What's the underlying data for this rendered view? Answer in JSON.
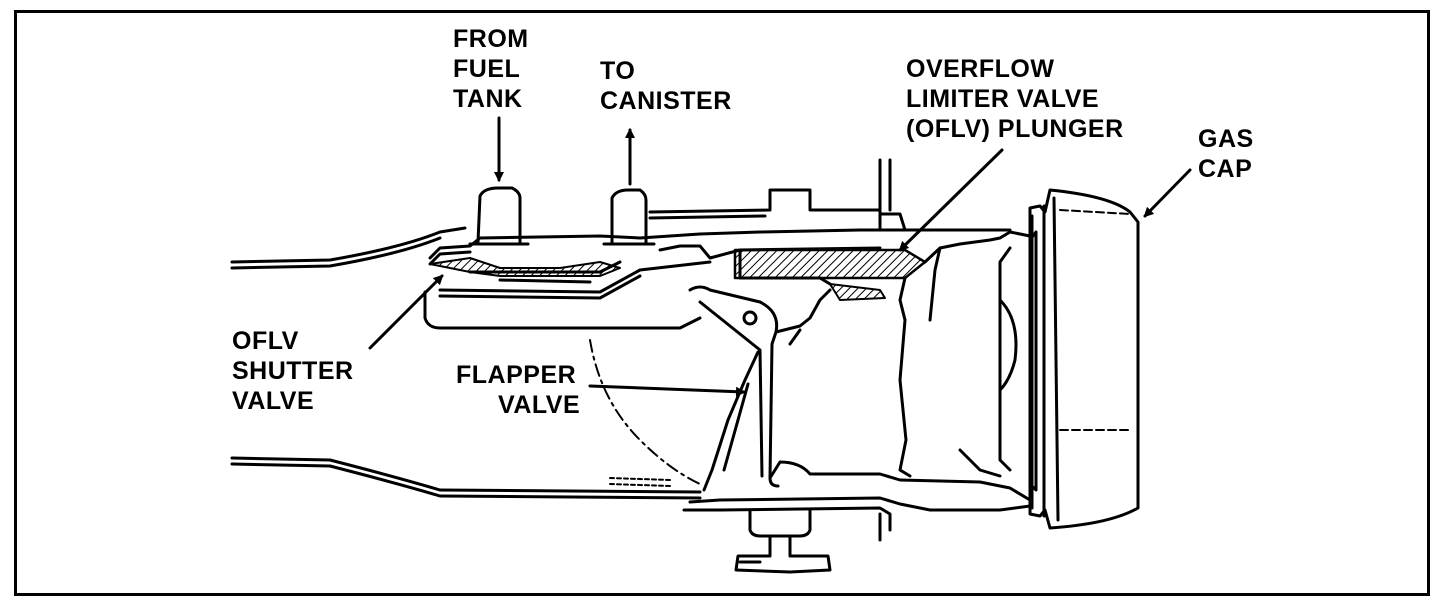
{
  "labels": {
    "from_fuel_tank": [
      "FROM",
      "FUEL",
      "TANK"
    ],
    "to_canister": [
      "TO",
      "CANISTER"
    ],
    "oflv_plunger": [
      "OVERFLOW",
      "LIMITER VALVE",
      "(OFLV) PLUNGER"
    ],
    "gas_cap": [
      "GAS",
      "CAP"
    ],
    "oflv_shutter": [
      "OFLV",
      "SHUTTER",
      "VALVE"
    ],
    "flapper_valve": [
      "FLAPPER",
      "VALVE"
    ]
  },
  "colors": {
    "ink": "#000000",
    "paper": "#ffffff"
  }
}
